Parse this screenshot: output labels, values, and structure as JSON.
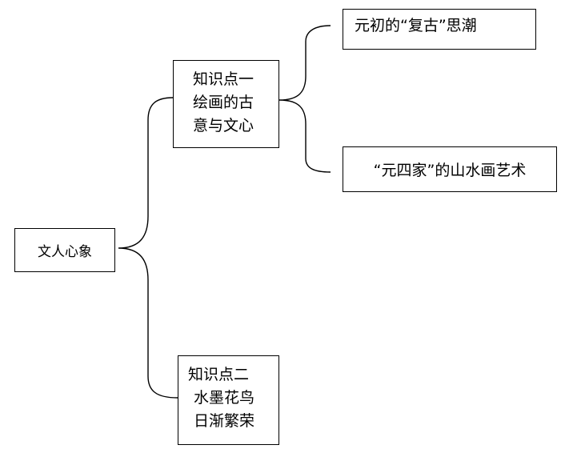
{
  "root": {
    "label": "文人心象"
  },
  "knowledge_points": [
    {
      "lines": [
        "知识点一",
        "绘画的古",
        "意与文心"
      ]
    },
    {
      "lines": [
        "知识点二",
        "水墨花鸟",
        "日渐繁荣"
      ]
    }
  ],
  "subtopics": [
    {
      "label": "元初的“复古”思潮"
    },
    {
      "label": "“元四家”的山水画艺术"
    }
  ]
}
